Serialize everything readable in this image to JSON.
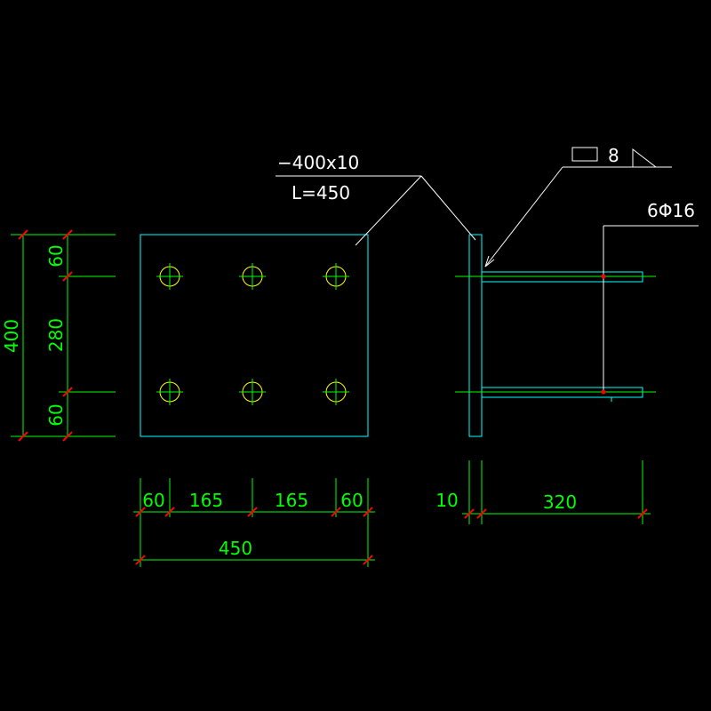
{
  "labels": {
    "plate_spec": "−400x10",
    "plate_length": "L=450",
    "weld_size": "8",
    "anchor_spec": "6Φ16"
  },
  "dimensions": {
    "left_60_top": "60",
    "left_280": "280",
    "left_60_bottom": "60",
    "left_400": "400",
    "bottom_60_left": "60",
    "bottom_165_a": "165",
    "bottom_165_b": "165",
    "bottom_60_right": "60",
    "bottom_450": "450",
    "side_10": "10",
    "side_320": "320"
  },
  "colors": {
    "background": "#000000",
    "dimension": "#00ff00",
    "plate": "#00ffff",
    "holes": "#ffff00",
    "annotation": "#ffffff",
    "tick": "#ff0000"
  }
}
